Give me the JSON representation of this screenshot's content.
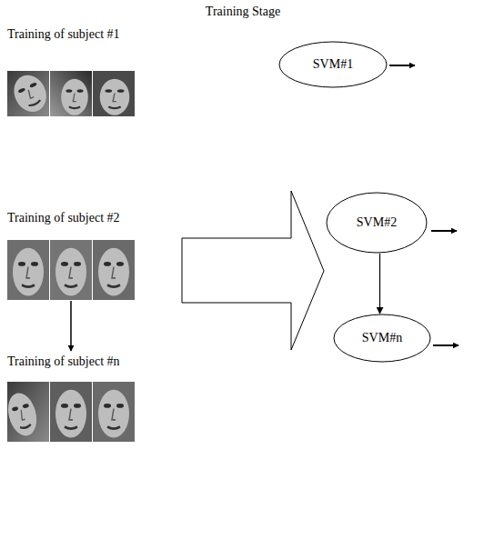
{
  "diagram": {
    "title": "Training Stage",
    "nodes": [
      {
        "text": [
          "SVM#1"
        ]
      },
      {
        "text": [
          "SVM#2"
        ]
      },
      {
        "text": [
          "SVM#n"
        ]
      }
    ],
    "edges": [
      {
        "from": 1,
        "to": 2,
        "arrow": "to"
      }
    ],
    "labels": [
      "Training of subject #1",
      "Training of subject #2",
      "Training of subject #n"
    ]
  }
}
